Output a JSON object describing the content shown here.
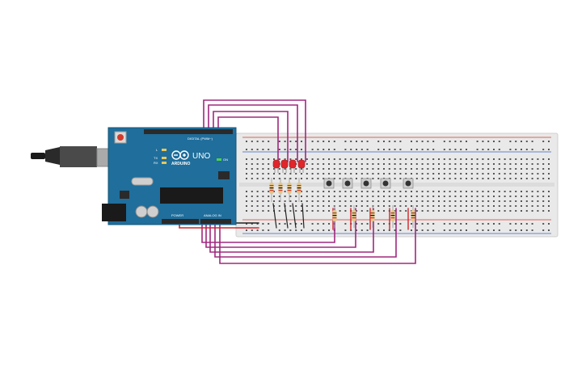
{
  "arduino": {
    "brand": "ARDUINO",
    "model": "UNO",
    "digital_header_label": "DIGITAL (PWM~)",
    "power_label": "POWER",
    "analog_label": "ANALOG IN",
    "led_labels": [
      "L",
      "TX",
      "RX"
    ],
    "on_label": "ON"
  },
  "leds": {
    "count": 4,
    "color": "#e0262b"
  },
  "pushbuttons": {
    "count": 5
  },
  "pulldown_resistors": {
    "count": 5
  },
  "led_resistors": {
    "count": 4
  },
  "wires": {
    "signal_color": "#a0287f",
    "ground_color": "#222222",
    "power_color": "#d0262b"
  },
  "colors": {
    "board": "#1f6e9c",
    "breadboard": "#e8e8e8",
    "breadboard_rail_red": "#d43a2a",
    "breadboard_rail_blue": "#3a5fc0"
  }
}
